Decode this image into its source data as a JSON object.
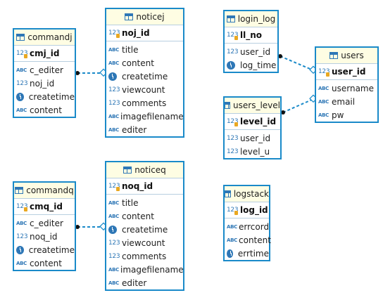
{
  "tables": [
    {
      "key": "commandj",
      "name": "commandj",
      "pk": "cmj_id",
      "columns": [
        {
          "type": "text",
          "name": "c_editer"
        },
        {
          "type": "num",
          "name": "noj_id"
        },
        {
          "type": "time",
          "name": "createtime"
        },
        {
          "type": "text",
          "name": "content"
        }
      ]
    },
    {
      "key": "noticej",
      "name": "noticej",
      "pk": "noj_id",
      "columns": [
        {
          "type": "text",
          "name": "title"
        },
        {
          "type": "text",
          "name": "content"
        },
        {
          "type": "time",
          "name": "createtime"
        },
        {
          "type": "num",
          "name": "viewcount"
        },
        {
          "type": "num",
          "name": "comments"
        },
        {
          "type": "text",
          "name": "imagefilename"
        },
        {
          "type": "text",
          "name": "editer"
        }
      ]
    },
    {
      "key": "login_log",
      "name": "login_log",
      "pk": "ll_no",
      "columns": [
        {
          "type": "num",
          "name": "user_id"
        },
        {
          "type": "time",
          "name": "log_time"
        }
      ]
    },
    {
      "key": "users",
      "name": "users",
      "pk": "user_id",
      "columns": [
        {
          "type": "text",
          "name": "username"
        },
        {
          "type": "text",
          "name": "email"
        },
        {
          "type": "text",
          "name": "pw"
        }
      ]
    },
    {
      "key": "users_level",
      "name": "users_level",
      "pk": "level_id",
      "columns": [
        {
          "type": "num",
          "name": "user_id"
        },
        {
          "type": "num",
          "name": "level_u"
        }
      ]
    },
    {
      "key": "commandq",
      "name": "commandq",
      "pk": "cmq_id",
      "columns": [
        {
          "type": "text",
          "name": "c_editer"
        },
        {
          "type": "num",
          "name": "noq_id"
        },
        {
          "type": "time",
          "name": "createtime"
        },
        {
          "type": "text",
          "name": "content"
        }
      ]
    },
    {
      "key": "noticeq",
      "name": "noticeq",
      "pk": "noq_id",
      "columns": [
        {
          "type": "text",
          "name": "title"
        },
        {
          "type": "text",
          "name": "content"
        },
        {
          "type": "time",
          "name": "createtime"
        },
        {
          "type": "num",
          "name": "viewcount"
        },
        {
          "type": "num",
          "name": "comments"
        },
        {
          "type": "text",
          "name": "imagefilename"
        },
        {
          "type": "text",
          "name": "editer"
        }
      ]
    },
    {
      "key": "logstack",
      "name": "logstack",
      "pk": "log_id",
      "columns": [
        {
          "type": "text",
          "name": "errcord"
        },
        {
          "type": "text",
          "name": "content"
        },
        {
          "type": "time",
          "name": "errtime"
        }
      ]
    }
  ],
  "type_glyphs": {
    "text": "ABC",
    "num": "123",
    "pk": "123"
  },
  "relationships": [
    {
      "from": "commandj",
      "to": "noticej"
    },
    {
      "from": "commandq",
      "to": "noticeq"
    },
    {
      "from": "login_log",
      "to": "users"
    },
    {
      "from": "users_level",
      "to": "users"
    }
  ],
  "colors": {
    "border": "#1a8ac9",
    "header_bg": "#fefde3",
    "link": "#1a8ac9",
    "icon": "#2e77b6",
    "key": "#e9a821"
  }
}
